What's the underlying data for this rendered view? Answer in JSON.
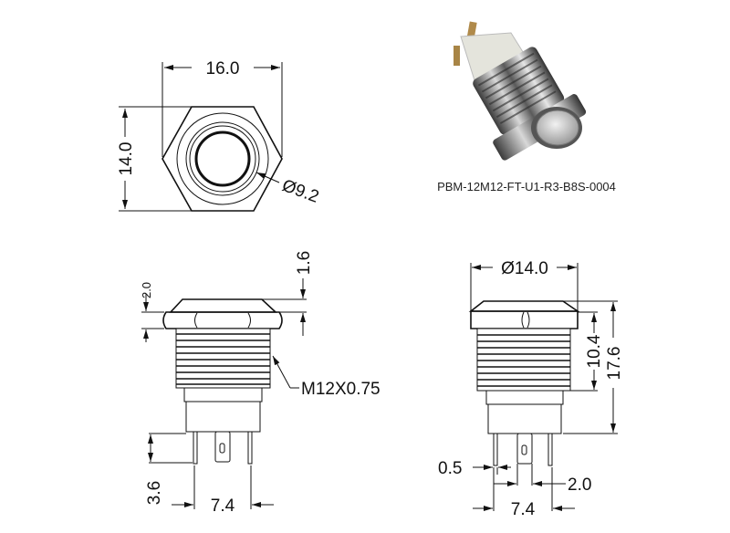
{
  "product_code": "PBM-12M12-FT-U1-R3-B8S-0004",
  "top_view": {
    "width_dim": "16.0",
    "height_dim": "14.0",
    "ring_diameter_dim": "Ø9.2"
  },
  "side_view_left": {
    "cap_height_dim": "2.0",
    "head_height_dim": "1.6",
    "thread_label": "M12X0.75",
    "pin_length_dim": "3.6",
    "pin_spacing_dim": "7.4"
  },
  "side_view_right": {
    "diameter_dim": "Ø14.0",
    "thread_length_dim": "10.4",
    "total_height_dim": "17.6",
    "pin_width_dim": "0.5",
    "tab_gap_dim": "2.0",
    "pin_spacing_dim": "7.4"
  }
}
